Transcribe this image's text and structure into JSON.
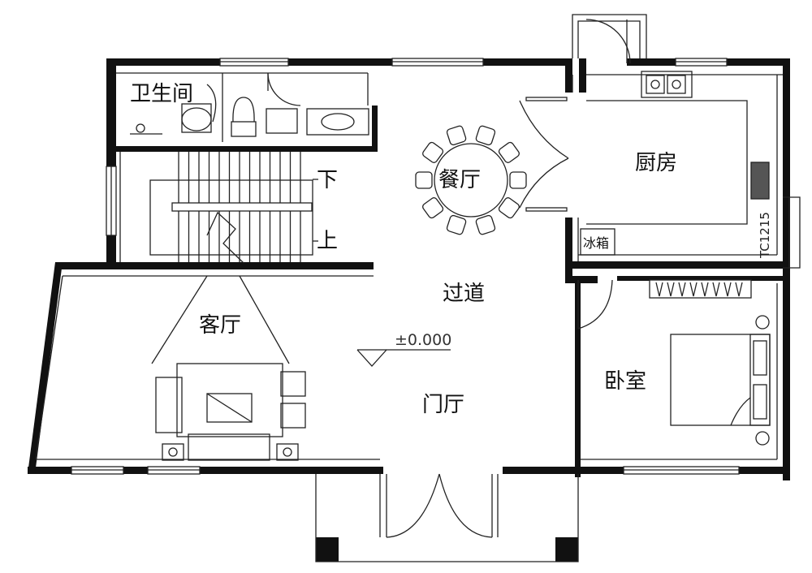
{
  "rooms": {
    "bathroom": "卫生间",
    "dining": "餐厅",
    "kitchen": "厨房",
    "corridor": "过道",
    "living": "客厅",
    "foyer": "门厅",
    "bedroom": "卧室"
  },
  "stairs": {
    "down": "下",
    "up": "上"
  },
  "fridge_label": "冰箱",
  "window_code": "TC1215",
  "elevation": "±0.000",
  "colors": {
    "wall": "#111111",
    "line": "#222222",
    "background": "#ffffff"
  }
}
